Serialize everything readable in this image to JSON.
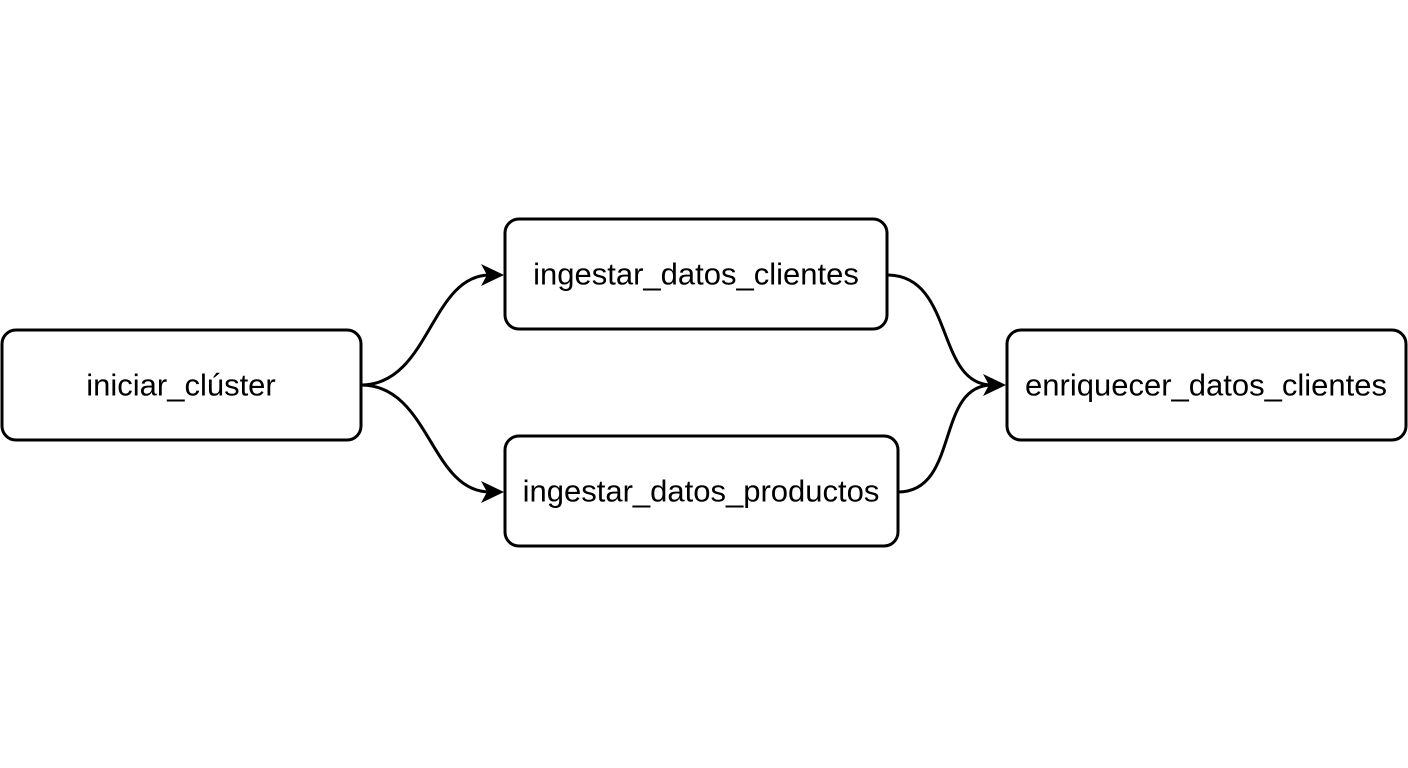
{
  "diagram": {
    "type": "flowchart",
    "direction": "left-to-right",
    "colors": {
      "background": "#ffffff",
      "node_fill": "#ffffff",
      "stroke": "#000000",
      "text": "#000000"
    },
    "nodes": {
      "start": {
        "label": "iniciar_clúster"
      },
      "ingest_customers": {
        "label": "ingestar_datos_clientes"
      },
      "ingest_products": {
        "label": "ingestar_datos_productos"
      },
      "enrich": {
        "label": "enriquecer_datos_clientes"
      }
    },
    "edges": [
      {
        "from": "start",
        "to": "ingest_customers"
      },
      {
        "from": "start",
        "to": "ingest_products"
      },
      {
        "from": "ingest_customers",
        "to": "enrich"
      },
      {
        "from": "ingest_products",
        "to": "enrich"
      }
    ]
  }
}
